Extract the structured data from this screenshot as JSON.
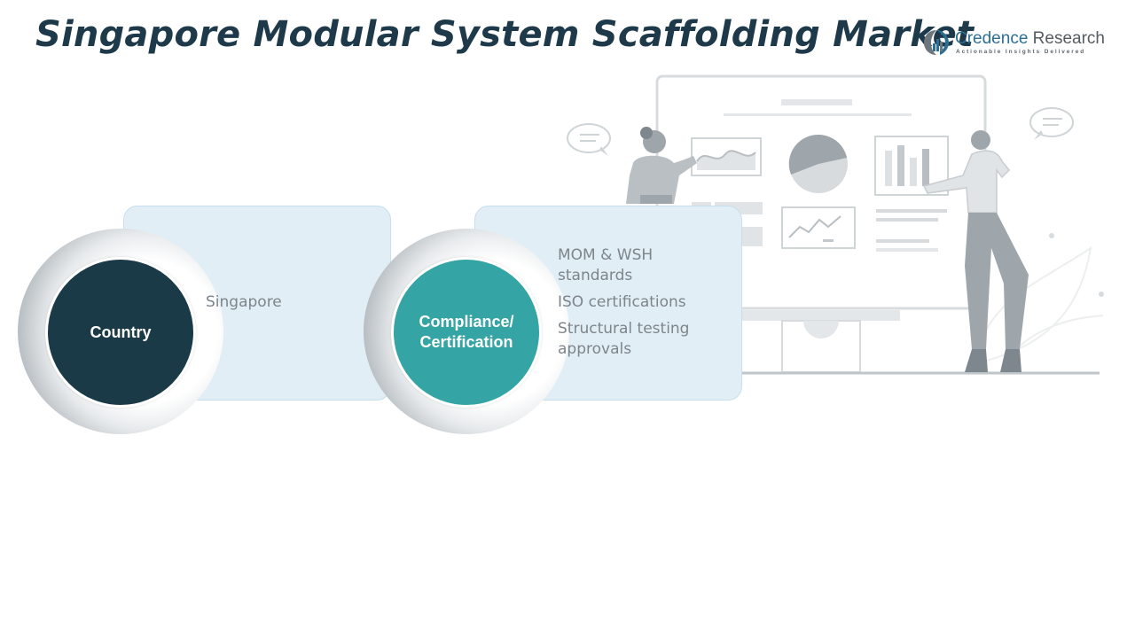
{
  "header": {
    "title": "Singapore Modular System Scaffolding Market",
    "logo": {
      "name_part1": "Credence",
      "name_part2": " Research",
      "tagline": "Actionable Insights Delivered",
      "icon": "bar-chart-head-icon"
    }
  },
  "segments": [
    {
      "label": "Country",
      "color": "#1a3a48",
      "items": [
        "Singapore"
      ]
    },
    {
      "label": "Compliance/ Certification",
      "color": "#34a4a5",
      "items": [
        "MOM & WSH standards",
        "ISO certifications",
        "Structural testing approvals"
      ]
    }
  ],
  "illustration": {
    "icon": "presentation-people-icon",
    "colors": {
      "figure": "#9ea6ac",
      "line": "#c6cbcf",
      "light": "#e6e9eb"
    }
  },
  "theme": {
    "title_color": "#1e3a4a",
    "card_bg": "#e1eef5"
  }
}
